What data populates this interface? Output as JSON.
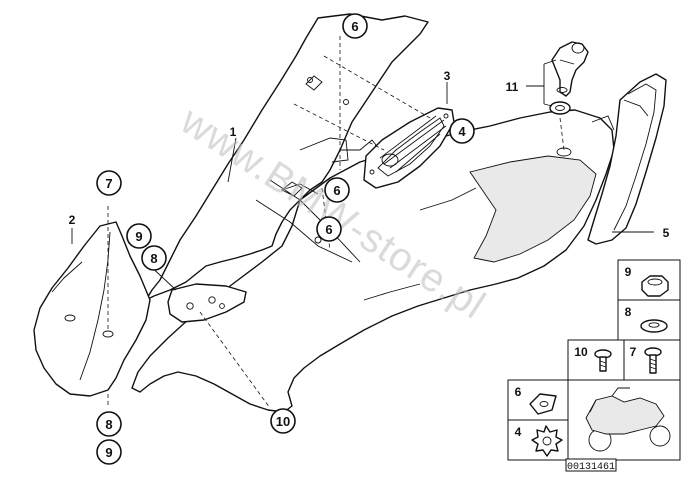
{
  "callouts": {
    "c6_top": "6",
    "c4": "4",
    "c6_mid": "6",
    "c6_low": "6",
    "c7": "7",
    "c9_left": "9",
    "c8_left": "8",
    "c10": "10",
    "c8_bottom": "8",
    "c9_bottom": "9"
  },
  "labels": {
    "l1": "1",
    "l2": "2",
    "l3": "3",
    "l5": "5",
    "l11": "11"
  },
  "legend": {
    "n9": "9",
    "n8": "8",
    "n10": "10",
    "n7": "7",
    "n6": "6",
    "n4": "4"
  },
  "watermark": "www.BMW-store.pl",
  "reference_number": "00131461",
  "colors": {
    "line": "#111111",
    "watermark": "#bdbdbd",
    "background": "#ffffff"
  }
}
